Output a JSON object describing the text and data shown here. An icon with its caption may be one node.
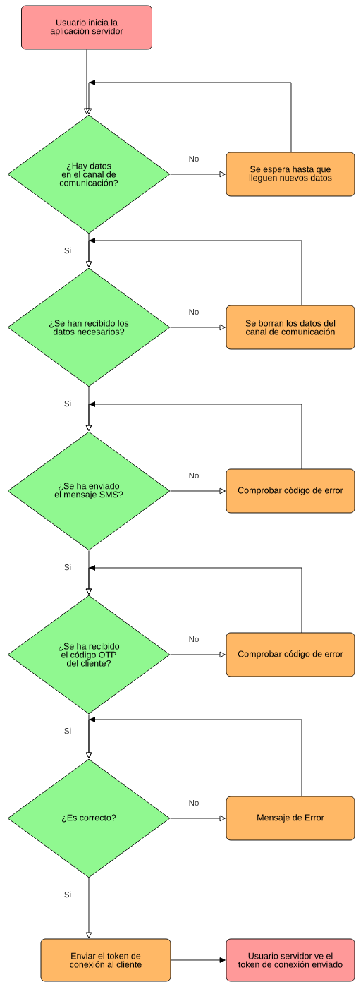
{
  "diagram": {
    "nodes": [
      {
        "text": [
          "Usuario inicia la aplicación servidor"
        ]
      },
      {
        "text": [
          "¿Hay datos en el canal de comunicación?"
        ]
      },
      {
        "text": [
          "Se espera hasta que lleguen nuevos datos"
        ]
      },
      {
        "text": [
          "¿Se han recibido los datos necesarios?"
        ]
      },
      {
        "text": [
          "Se borran los datos del canal de comunicación"
        ]
      },
      {
        "text": [
          "¿Se ha enviado el mensaje SMS?"
        ]
      },
      {
        "text": [
          "Comprobar código de error"
        ]
      },
      {
        "text": [
          "¿Se ha recibido el código OTP del cliente?"
        ]
      },
      {
        "text": [
          "Comprobar código de error"
        ]
      },
      {
        "text": [
          "¿Es correcto?"
        ]
      },
      {
        "text": [
          "Mensaje de Error"
        ]
      },
      {
        "text": [
          "Enviar el token de conexión al cliente"
        ]
      },
      {
        "text": [
          "Usuario servidor ve el token de conexión enviado"
        ]
      }
    ],
    "edges": [
      {
        "from": 0,
        "to": 1,
        "arrow": "to"
      },
      {
        "from": 1,
        "to": 2,
        "arrow": "to",
        "label": "No"
      },
      {
        "from": 2,
        "to": 1,
        "arrow": "to"
      },
      {
        "from": 1,
        "to": 3,
        "arrow": "to",
        "label": "Si"
      },
      {
        "from": 3,
        "to": 4,
        "arrow": "to",
        "label": "No"
      },
      {
        "from": 4,
        "to": 3,
        "arrow": "to"
      },
      {
        "from": 3,
        "to": 5,
        "arrow": "to",
        "label": "Si"
      },
      {
        "from": 5,
        "to": 6,
        "arrow": "to",
        "label": "No"
      },
      {
        "from": 6,
        "to": 5,
        "arrow": "to"
      },
      {
        "from": 5,
        "to": 7,
        "arrow": "to",
        "label": "Si"
      },
      {
        "from": 7,
        "to": 8,
        "arrow": "to",
        "label": "No"
      },
      {
        "from": 8,
        "to": 7,
        "arrow": "to"
      },
      {
        "from": 7,
        "to": 9,
        "arrow": "to",
        "label": "Si"
      },
      {
        "from": 9,
        "to": 10,
        "arrow": "to",
        "label": "No"
      },
      {
        "from": 10,
        "to": 9,
        "arrow": "to"
      },
      {
        "from": 9,
        "to": 11,
        "arrow": "to",
        "label": "Si"
      },
      {
        "from": 11,
        "to": 12,
        "arrow": "to"
      }
    ]
  }
}
